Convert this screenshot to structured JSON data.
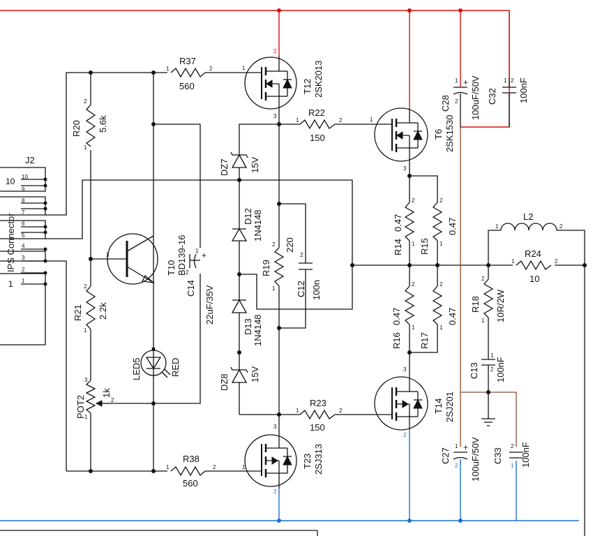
{
  "connector": {
    "ref": "J2",
    "title": "IPS Connector",
    "pins": [
      "10",
      "9",
      "8",
      "7",
      "6",
      "5",
      "4",
      "3",
      "2",
      "1"
    ],
    "left_labels": [
      "10",
      "1"
    ]
  },
  "resistors": {
    "r37": {
      "ref": "R37",
      "value": "560"
    },
    "r38": {
      "ref": "R38",
      "value": "560"
    },
    "r22": {
      "ref": "R22",
      "value": "150"
    },
    "r23": {
      "ref": "R23",
      "value": "150"
    },
    "r20": {
      "ref": "R20",
      "value": "5.6k"
    },
    "r21": {
      "ref": "R21",
      "value": "2.2k"
    },
    "r19": {
      "ref": "R19",
      "value": "220"
    },
    "r14": {
      "ref": "R14",
      "value": "0.47"
    },
    "r15": {
      "ref": "R15",
      "value": "0.47"
    },
    "r16": {
      "ref": "R16",
      "value": "0.47"
    },
    "r17": {
      "ref": "R17",
      "value": "0.47"
    },
    "r24": {
      "ref": "R24",
      "value": "10"
    },
    "r18": {
      "ref": "R18",
      "value": "10R/2W"
    }
  },
  "transistors": {
    "t12": {
      "ref": "T12",
      "part": "2SK2013"
    },
    "t23": {
      "ref": "T23",
      "part": "2SJ313"
    },
    "t6": {
      "ref": "T6",
      "part": "2SK1530"
    },
    "t14": {
      "ref": "T14",
      "part": "2SJ201"
    },
    "t10": {
      "ref": "T10",
      "part": "BD139-16"
    }
  },
  "diodes": {
    "dz7": {
      "ref": "DZ7",
      "value": "15V"
    },
    "dz8": {
      "ref": "DZ8",
      "value": "15V"
    },
    "d12": {
      "ref": "D12",
      "value": "1N4148"
    },
    "d13": {
      "ref": "D13",
      "value": "1N4148"
    },
    "led5": {
      "ref": "LED5",
      "value": "RED"
    }
  },
  "capacitors": {
    "c14": {
      "ref": "C14",
      "value": "22uF/35V"
    },
    "c12": {
      "ref": "C12",
      "value": "100n"
    },
    "c28": {
      "ref": "C28",
      "value": "100uF/50V"
    },
    "c32": {
      "ref": "C32",
      "value": "100nF"
    },
    "c27": {
      "ref": "C27",
      "value": "100uF/50V"
    },
    "c33": {
      "ref": "C33",
      "value": "100nF"
    },
    "c13": {
      "ref": "C13",
      "value": "100nF"
    }
  },
  "pot": {
    "ref": "POT2",
    "value": "1k"
  },
  "inductor": {
    "ref": "L2"
  },
  "pin_numbers": {
    "p1": "1",
    "p2": "2",
    "p3": "3",
    "plus": "+"
  },
  "colors": {
    "positive_rail": "#d81010",
    "negative_rail": "#1a6fd6",
    "wire": "#111111",
    "ground_trace": "#8a4a2a"
  }
}
